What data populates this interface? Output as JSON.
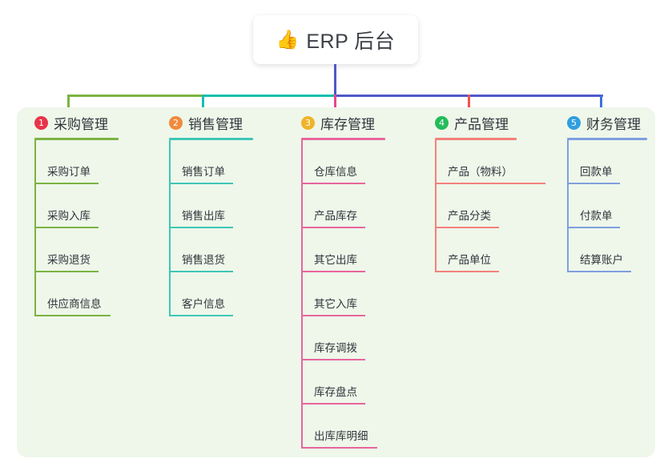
{
  "root": {
    "icon": "thumbs-up-icon",
    "icon_glyph": "👍",
    "title": "ERP 后台"
  },
  "panel": {
    "background": "#eef7ea"
  },
  "connector": {
    "trunk_color": "#4f58c7",
    "segments": [
      {
        "name": "purchasing",
        "color": "#7cb342"
      },
      {
        "name": "sales",
        "color": "#14bfb0"
      },
      {
        "name": "inventory-products-finance",
        "color": "#4f58c7"
      }
    ],
    "drops": [
      {
        "name": "drop-purchasing",
        "color": "#7cb342"
      },
      {
        "name": "drop-sales",
        "color": "#14bfb0"
      },
      {
        "name": "drop-inventory",
        "color": "#e8478f"
      },
      {
        "name": "drop-products",
        "color": "#ef5350"
      },
      {
        "name": "drop-finance",
        "color": "#3f6fd8"
      }
    ]
  },
  "columns": [
    {
      "number": "1",
      "badge_color": "#e8334a",
      "line_color": "#7cb342",
      "title": "采购管理",
      "items": [
        {
          "label": "采购订单"
        },
        {
          "label": "采购入库"
        },
        {
          "label": "采购退货"
        },
        {
          "label": "供应商信息"
        }
      ]
    },
    {
      "number": "2",
      "badge_color": "#f08a3c",
      "line_color": "#3fc6b7",
      "title": "销售管理",
      "items": [
        {
          "label": "销售订单"
        },
        {
          "label": "销售出库"
        },
        {
          "label": "销售退货"
        },
        {
          "label": "客户信息"
        }
      ]
    },
    {
      "number": "3",
      "badge_color": "#f0b429",
      "line_color": "#e8659c",
      "title": "库存管理",
      "items": [
        {
          "label": "仓库信息"
        },
        {
          "label": "产品库存"
        },
        {
          "label": "其它出库"
        },
        {
          "label": "其它入库"
        },
        {
          "label": "库存调拨"
        },
        {
          "label": "库存盘点"
        },
        {
          "label": "出库库明细"
        }
      ]
    },
    {
      "number": "4",
      "badge_color": "#24bb5a",
      "line_color": "#f4807a",
      "title": "产品管理",
      "items": [
        {
          "label": "产品（物料）"
        },
        {
          "label": "产品分类"
        },
        {
          "label": "产品单位"
        }
      ]
    },
    {
      "number": "5",
      "badge_color": "#2f9fe0",
      "line_color": "#7f9fdf",
      "title": "财务管理",
      "items": [
        {
          "label": "回款单"
        },
        {
          "label": "付款单"
        },
        {
          "label": "结算账户"
        }
      ]
    }
  ]
}
